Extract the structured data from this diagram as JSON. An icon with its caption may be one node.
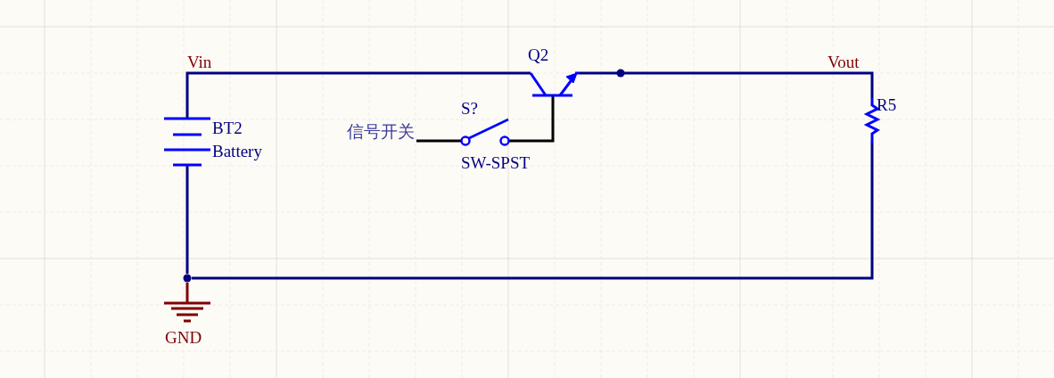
{
  "diagram": {
    "nodes": [
      {
        "text": [
          "BT2",
          "Battery"
        ]
      },
      {
        "text": [
          "信号开关"
        ]
      },
      {
        "text": [
          "S?",
          "SW-SPST"
        ]
      },
      {
        "text": [
          "Q2"
        ]
      },
      {
        "text": [],
        "shape": "circle"
      },
      {
        "text": [
          "R5"
        ]
      },
      {
        "text": [],
        "shape": "circle"
      },
      {
        "text": [
          "GND"
        ]
      }
    ],
    "edges": [
      {
        "from": 0,
        "to": 3,
        "arrow": "none"
      },
      {
        "from": 3,
        "to": 4,
        "arrow": "none"
      },
      {
        "from": 4,
        "to": 5,
        "arrow": "none"
      },
      {
        "from": 5,
        "to": 6,
        "arrow": "none"
      },
      {
        "from": 6,
        "to": 0,
        "arrow": "none"
      },
      {
        "from": 6,
        "to": 7,
        "arrow": "none",
        "color": "#800000"
      },
      {
        "from": 1,
        "to": 2,
        "arrow": "none",
        "color": "#000000"
      },
      {
        "from": 2,
        "to": 3,
        "arrow": "none",
        "color": "#000000"
      }
    ],
    "labels": [
      "Vin",
      "Vout"
    ]
  }
}
